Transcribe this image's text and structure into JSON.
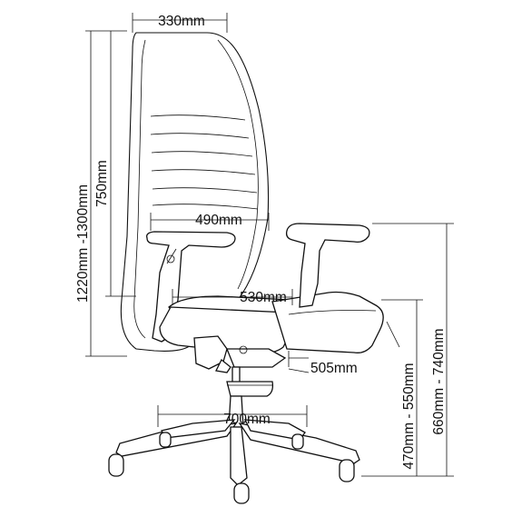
{
  "dimensions": {
    "back_width": "330mm",
    "seat_width_arms": "490mm",
    "seat_width": "530mm",
    "seat_depth": "505mm",
    "base_diameter": "700mm",
    "overall_height": "1220mm -1300mm",
    "back_height": "750mm",
    "seat_height": "470mm - 550mm",
    "arm_height": "660mm - 740mm"
  }
}
